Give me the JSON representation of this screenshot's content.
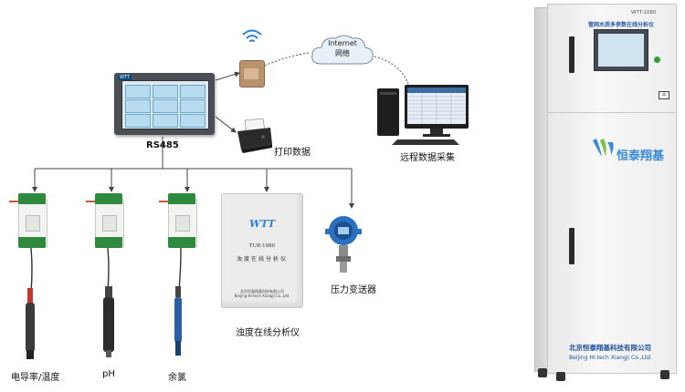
{
  "diagram": {
    "labels": {
      "rs485": "RS485",
      "internet_line1": "Internet",
      "internet_line2": "网络",
      "print_data": "打印数据",
      "remote_collection": "远程数据采集",
      "sensor_conductivity": "电导率/温度",
      "sensor_ph": "pH",
      "sensor_chlorine": "余氯",
      "turbidity_analyzer": "浊度在线分析仪",
      "pressure_transmitter": "压力变送器"
    },
    "panel": {
      "brand": "WTT"
    },
    "analyzer_box": {
      "logo": "WTT",
      "model": "TUR-1080",
      "name": "浊度在线分析仪",
      "company_cn": "北京恒泰翔基科技有限公司",
      "company_en": "Beijing Hi-tech Xiangji Co.,Ltd."
    },
    "cabinet": {
      "model": "WTT-1080",
      "title": "管网水质多参数在线分析仪",
      "logo_text": "恒泰翔基",
      "company_cn": "北京恒泰翔基科技有限公司",
      "company_en": "Beijing Hi-tech Xiangji Co.,Ltd."
    },
    "colors": {
      "accent_blue": "#2b7fd3",
      "module_green": "#2f8a3e",
      "line_color": "#444444",
      "cabinet_text": "#1d4f9c"
    },
    "icons": [
      "wifi-icon",
      "cloud-icon",
      "printer-icon",
      "computer-icon",
      "warning-icon"
    ]
  }
}
